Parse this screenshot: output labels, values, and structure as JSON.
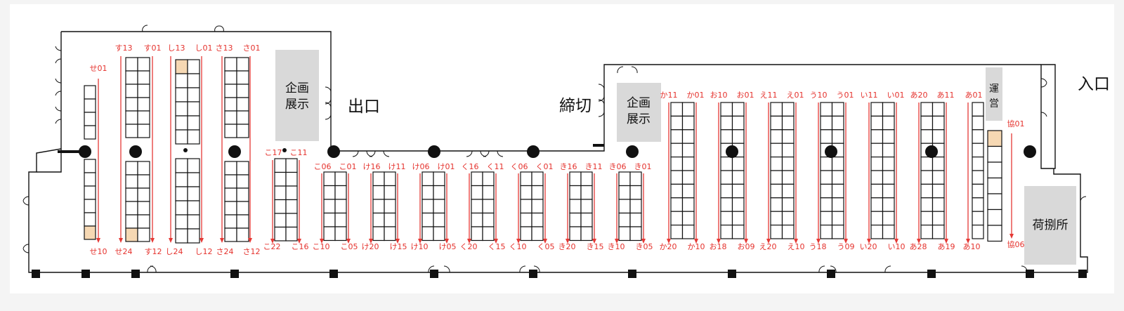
{
  "legend_colors": {
    "wall": "#111111",
    "arrow": "#e53935",
    "label": "#e5322d",
    "highlight": "#f6d8b3",
    "area": "#d9d9d9",
    "background": "#f4f4f4"
  },
  "labels": {
    "exit": "出口",
    "entrance": "入口",
    "deadline": "締切",
    "exhibit": "企画展示",
    "operations": "運営",
    "package": "荷捌所"
  },
  "left_section": [
    {
      "top": "せ01",
      "bottom": "せ10"
    },
    {
      "top": "す13",
      "bottom": "せ24"
    },
    {
      "top": "す01",
      "bottom": "す12"
    },
    {
      "top": "し13",
      "bottom": "し24"
    },
    {
      "top": "し01",
      "bottom": "し12"
    },
    {
      "top": "さ13",
      "bottom": "さ24"
    },
    {
      "top": "さ01",
      "bottom": "さ12"
    }
  ],
  "middle_section": [
    {
      "top": "こ17",
      "bottom": "こ22"
    },
    {
      "top": "こ11",
      "bottom": "こ16"
    },
    {
      "top": "こ06",
      "bottom": "こ10"
    },
    {
      "top": "こ01",
      "bottom": "こ05"
    },
    {
      "top": "け16",
      "bottom": "け20"
    },
    {
      "top": "け11",
      "bottom": "け15"
    },
    {
      "top": "け06",
      "bottom": "け10"
    },
    {
      "top": "け01",
      "bottom": "け05"
    },
    {
      "top": "く16",
      "bottom": "く20"
    },
    {
      "top": "く11",
      "bottom": "く15"
    },
    {
      "top": "く06",
      "bottom": "く10"
    },
    {
      "top": "く01",
      "bottom": "く05"
    },
    {
      "top": "き16",
      "bottom": "き20"
    },
    {
      "top": "き11",
      "bottom": "き15"
    },
    {
      "top": "き06",
      "bottom": "き10"
    },
    {
      "top": "き01",
      "bottom": "き05"
    }
  ],
  "right_section": [
    {
      "top": "か11",
      "bottom": "か20"
    },
    {
      "top": "か01",
      "bottom": "か10"
    },
    {
      "top": "お10",
      "bottom": "お18"
    },
    {
      "top": "お01",
      "bottom": "お09"
    },
    {
      "top": "え11",
      "bottom": "え20"
    },
    {
      "top": "え01",
      "bottom": "え10"
    },
    {
      "top": "う10",
      "bottom": "う18"
    },
    {
      "top": "う01",
      "bottom": "う09"
    },
    {
      "top": "い11",
      "bottom": "い20"
    },
    {
      "top": "い01",
      "bottom": "い10"
    },
    {
      "top": "あ20",
      "bottom": "あ28"
    },
    {
      "top": "あ11",
      "bottom": "あ19"
    },
    {
      "top": "あ01",
      "bottom": "あ10"
    },
    {
      "top": "協01",
      "bottom": "協06"
    }
  ]
}
